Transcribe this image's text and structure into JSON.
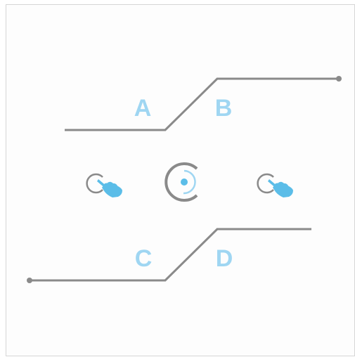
{
  "labels": {
    "a": "A",
    "b": "B",
    "c": "C",
    "d": "D"
  },
  "colors": {
    "line": "#8a8a8a",
    "accent": "#9fd6f2",
    "hand": "#5bbde8",
    "frame": "#d6d6d6"
  },
  "icons": {
    "left": "tap-hand-icon",
    "center": "target-spinner-icon",
    "right": "tap-hand-icon"
  }
}
